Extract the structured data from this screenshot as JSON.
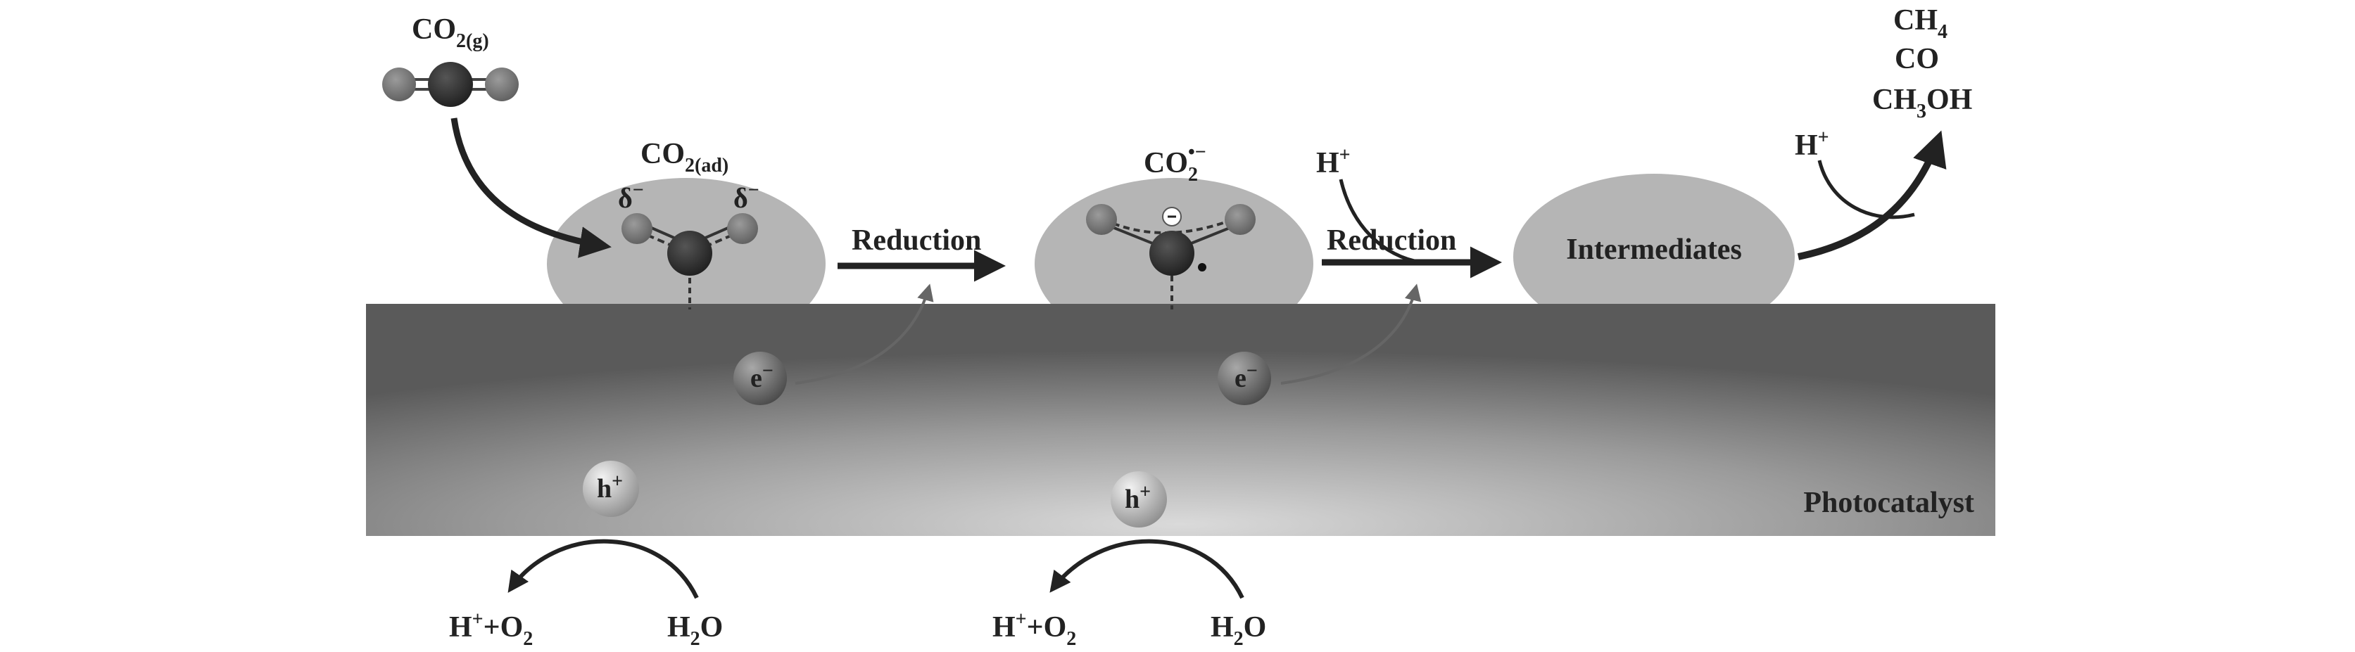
{
  "labels": {
    "co2_gas": "CO",
    "co2_gas_sub": "2(g)",
    "co2_ads": "CO",
    "co2_ads_sub": "2(ad)",
    "delta_left": "δ",
    "delta_right": "δ",
    "delta_sign": "−",
    "co2_anion": "CO",
    "co2_anion_sub": "2",
    "co2_anion_sup": "•−",
    "reduction_1": "Reduction",
    "reduction_2": "Reduction",
    "h_plus_left": "H",
    "h_plus_right": "H",
    "plus_sign": "+",
    "intermediates": "Intermediates",
    "product_ch4": "CH",
    "product_ch4_sub": "4",
    "product_co": "CO",
    "product_ch3oh_a": "CH",
    "product_ch3oh_sub": "3",
    "product_ch3oh_b": "OH",
    "electron": "e",
    "electron_sup": "−",
    "hole": "h",
    "hole_sup": "+",
    "oxidation_product_a": "H",
    "oxidation_product_b": "+O",
    "oxidation_product_sub": "2",
    "water_a": "H",
    "water_sub": "2",
    "water_b": "O",
    "photocatalyst": "Photocatalyst"
  },
  "colors": {
    "background": "#ffffff",
    "slab_light": "#d4d4d4",
    "slab_dark": "#555555",
    "adsorption_site": "#b5b5b5",
    "carbon_atom": "#2c2c2c",
    "oxygen_atom": "#7a7a7a",
    "arrow": "#222222",
    "text": "#222222"
  },
  "icons": {
    "molecule": "co2-molecule-icon",
    "electron": "electron-sphere-icon",
    "hole": "hole-sphere-icon"
  }
}
